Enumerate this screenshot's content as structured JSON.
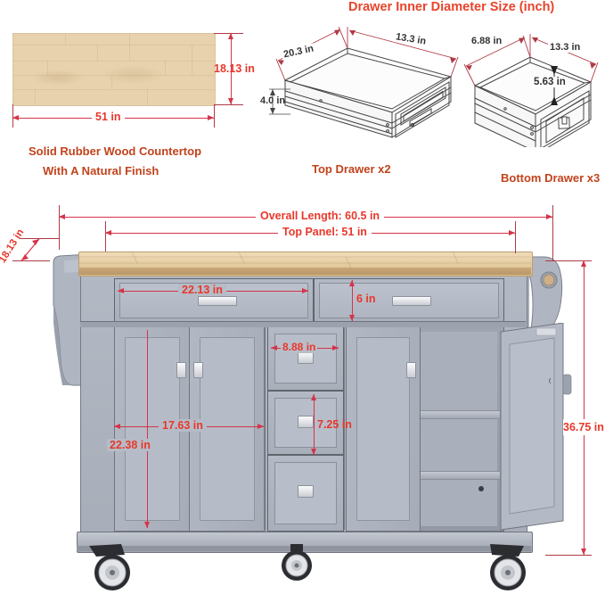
{
  "document": {
    "type": "product-dimension-diagram",
    "product": "Rolling kitchen island cart with drop-leaf and drawers"
  },
  "countertop_section": {
    "caption_line1": "Solid Rubber Wood Countertop",
    "caption_line2": "With A Natural Finish",
    "width_label": "51 in",
    "depth_label": "18.13 in"
  },
  "drawer_section": {
    "title": "Drawer Inner Diameter Size (inch)",
    "top_drawer": {
      "caption": "Top Drawer x2",
      "length_label": "20.3 in",
      "width_label": "13.3 in",
      "height_label": "4.0 in"
    },
    "bottom_drawer": {
      "caption": "Bottom Drawer x3",
      "depth_label": "6.88 in",
      "width_label": "13.3 in",
      "height_label": "5.63 in"
    }
  },
  "cart_section": {
    "overall_length_label": "Overall Length: 60.5 in",
    "top_panel_label": "Top Panel: 51 in",
    "leaf_depth_label": "18.13 in",
    "left_drawer_width_label": "22.13 in",
    "drawer_height_label": "6 in",
    "small_drawer_width_label": "8.88 in",
    "small_drawer_height_label": "7.25 in",
    "door_width_label": "17.63 in",
    "door_height_label": "22.38 in",
    "overall_height_label": "36.75 in"
  },
  "colors": {
    "dimension_red": "#e8372b",
    "caption_orange": "#c1431c",
    "cabinet_gray": "#aab0bb",
    "wood_tan": "#e7d2ad",
    "line_red": "#d4344a"
  }
}
